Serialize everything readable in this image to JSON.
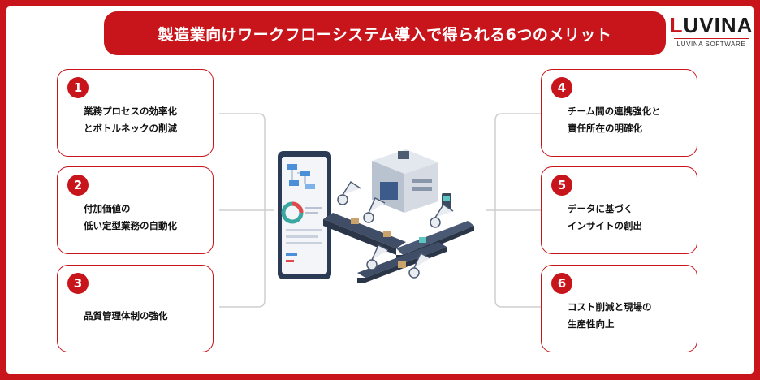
{
  "title": "製造業向けワークフローシステム導入で得られる6つのメリット",
  "logo": {
    "word_left": "L",
    "word_rest": "UVINA",
    "subtitle": "LUVINA SOFTWARE"
  },
  "merits": [
    {
      "num": "1",
      "line1": "業務プロセスの効率化",
      "line2": "とボトルネックの削減"
    },
    {
      "num": "2",
      "line1": "付加価値の",
      "line2": "低い定型業務の自動化"
    },
    {
      "num": "3",
      "line1": "品質管理体制の強化",
      "line2": ""
    },
    {
      "num": "4",
      "line1": "チーム間の連携強化と",
      "line2": "責任所在の明確化"
    },
    {
      "num": "5",
      "line1": "データに基づく",
      "line2": "インサイトの創出"
    },
    {
      "num": "6",
      "line1": "コスト削減と現場の",
      "line2": "生産性向上"
    }
  ],
  "colors": {
    "brand": "#c8151b",
    "text": "#111111",
    "connector": "#cfcfcf"
  },
  "illustration": {
    "icon": "smart-factory-conveyor-robots-icon"
  }
}
